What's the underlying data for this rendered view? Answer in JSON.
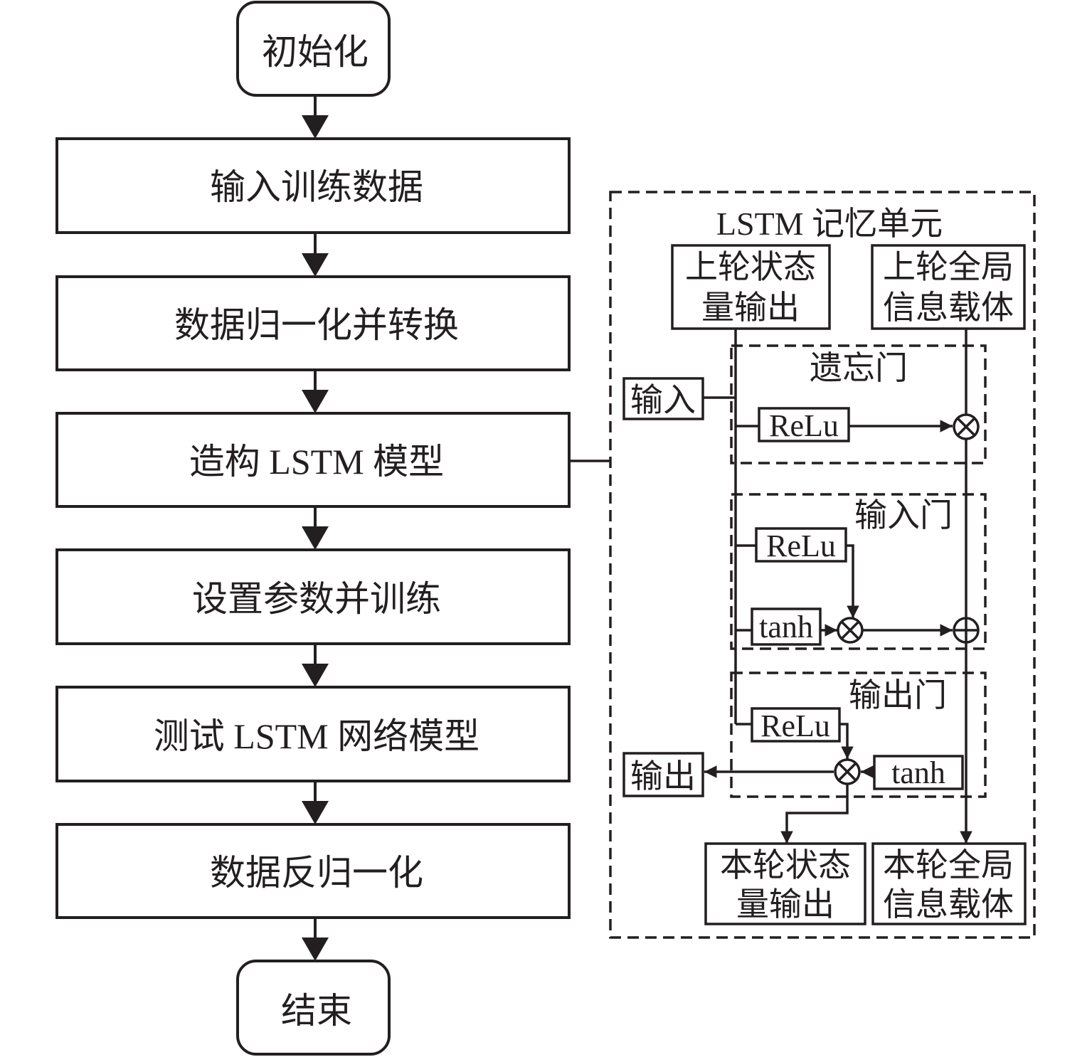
{
  "flowchart": {
    "start": "初始化",
    "steps": [
      "输入训练数据",
      "数据归一化并转换",
      "造构 LSTM 模型",
      "设置参数并训练",
      "测试 LSTM 网络模型",
      "数据反归一化"
    ],
    "end": "结束"
  },
  "lstm": {
    "title": "LSTM 记忆单元",
    "prev_state": [
      "上轮状态",
      "量输出"
    ],
    "prev_global": [
      "上轮全局",
      "信息载体"
    ],
    "input": "输入",
    "output": "输出",
    "curr_state": [
      "本轮状态",
      "量输出"
    ],
    "curr_global": [
      "本轮全局",
      "信息载体"
    ],
    "forget_gate": {
      "label": "遗忘门",
      "activation": "ReLu"
    },
    "input_gate": {
      "label": "输入门",
      "activation1": "ReLu",
      "activation2": "tanh"
    },
    "output_gate": {
      "label": "输出门",
      "activation1": "ReLu",
      "activation2": "tanh"
    }
  },
  "colors": {
    "stroke": "#231f20",
    "background": "#ffffff"
  }
}
